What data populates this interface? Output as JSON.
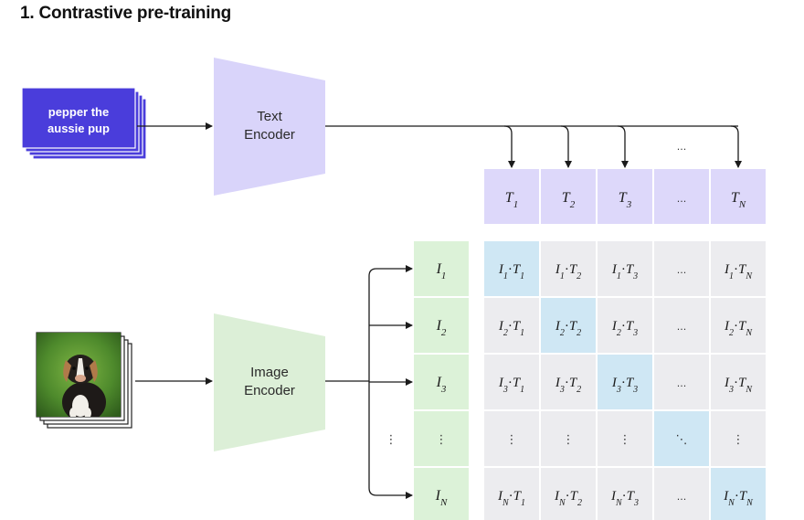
{
  "title": "1. Contrastive pre-training",
  "text_input": {
    "line1": "pepper the",
    "line2": "aussie pup"
  },
  "text_encoder": {
    "line1": "Text",
    "line2": "Encoder"
  },
  "image_encoder": {
    "line1": "Image",
    "line2": "Encoder"
  },
  "ellipsis": "...",
  "vdots": "⋮",
  "ddots": "⋱",
  "dot": "·",
  "text_embeddings": [
    {
      "base": "T",
      "sub": "1"
    },
    {
      "base": "T",
      "sub": "2"
    },
    {
      "base": "T",
      "sub": "3"
    },
    {
      "ellipsis": true
    },
    {
      "base": "T",
      "sub": "N"
    }
  ],
  "image_embeddings": [
    {
      "base": "I",
      "sub": "1"
    },
    {
      "base": "I",
      "sub": "2"
    },
    {
      "base": "I",
      "sub": "3"
    },
    {
      "vdots": true
    },
    {
      "base": "I",
      "sub": "N"
    }
  ],
  "colors": {
    "text_input": "#4a3ddb",
    "text_encoder": "#d9d4fa",
    "image_encoder": "#dcefd7",
    "text_embed": "#ddd8fa",
    "image_embed": "#dcf2d8",
    "cell": "#ececef",
    "diagonal": "#cfe7f4",
    "arrow": "#1b1b1b"
  }
}
